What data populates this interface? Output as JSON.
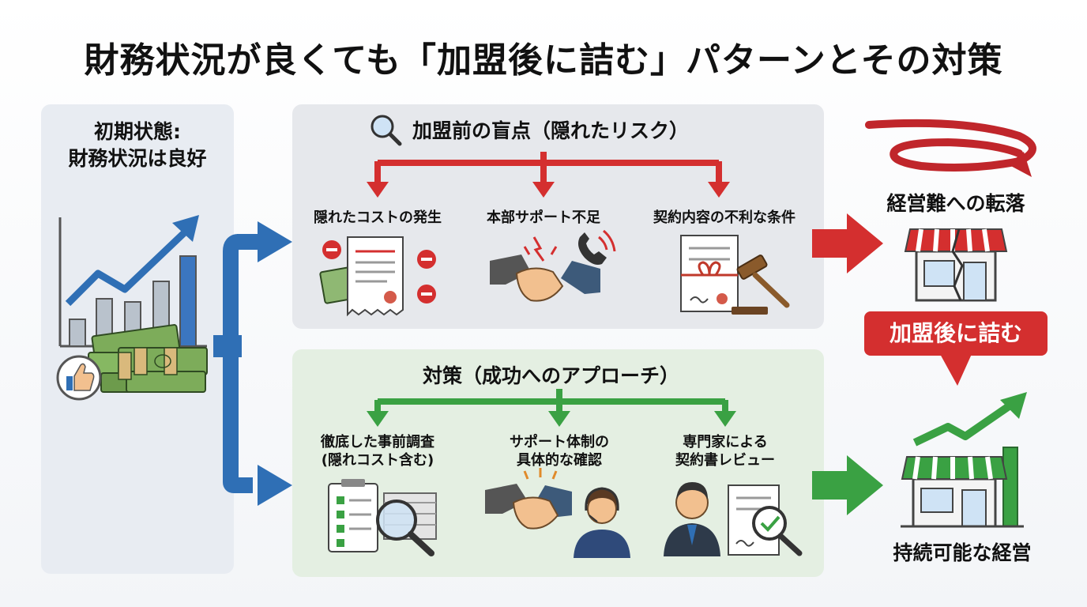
{
  "title": "財務状況が良くても「加盟後に詰む」パターンとその対策",
  "initial": {
    "line1": "初期状態:",
    "line2": "財務状況は良好"
  },
  "risk": {
    "heading": "加盟前の盲点（隠れたリスク）",
    "items": [
      "隠れたコストの発生",
      "本部サポート不足",
      "契約内容の不利な条件"
    ]
  },
  "solution": {
    "heading": "対策（成功へのアプローチ）",
    "items": [
      {
        "line1": "徹底した事前調査",
        "line2": "(隠れコスト含む)"
      },
      {
        "line1": "サポート体制の",
        "line2": "具体的な確認"
      },
      {
        "line1": "専門家による",
        "line2": "契約書レビュー"
      }
    ]
  },
  "outcomes": {
    "bad_label": "経営難への転落",
    "badge": "加盟後に詰む",
    "good_label": "持続可能な経営"
  },
  "colors": {
    "risk": "#d42f2f",
    "solution": "#3aa143",
    "flow": "#2f6fb5"
  }
}
